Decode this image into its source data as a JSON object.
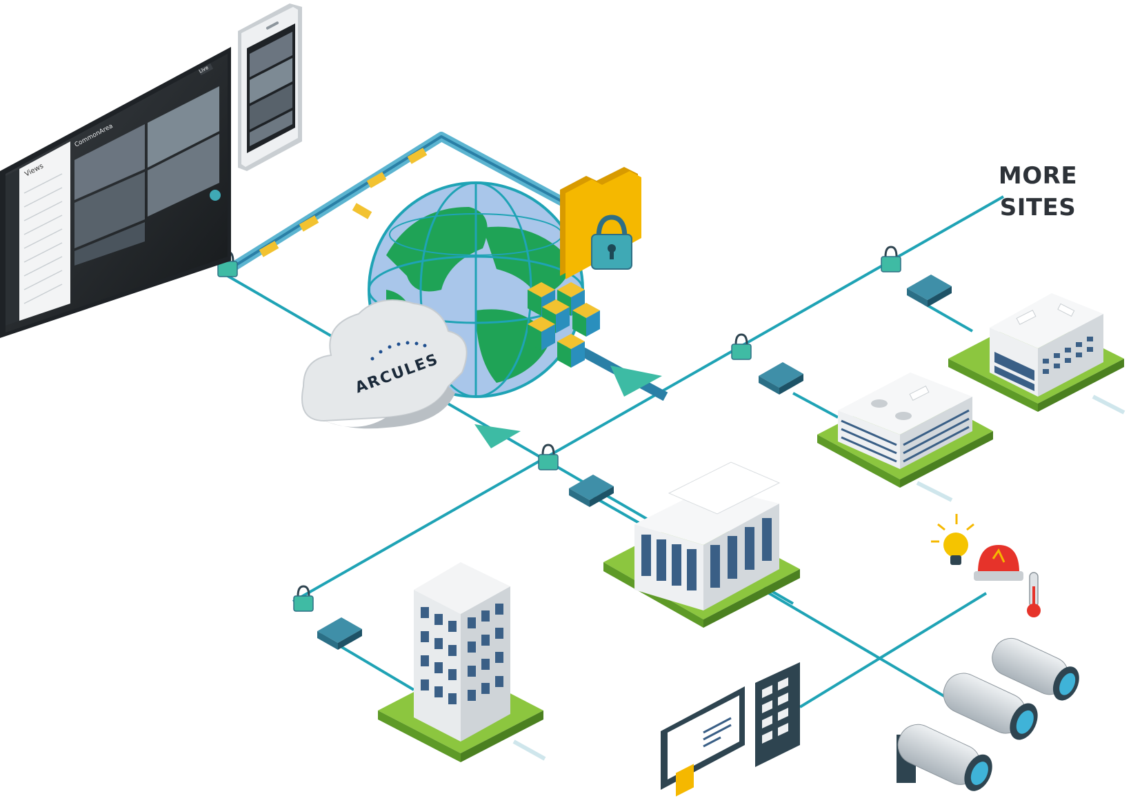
{
  "more_sites": {
    "line1": "MORE",
    "line2": "SITES"
  },
  "cloud": {
    "brand": "ARCULES"
  },
  "tablet": {
    "sidebar_title": "Views",
    "header_title": "CommonArea",
    "header_button": "Live"
  },
  "colors": {
    "network_line": "#1fa3b5",
    "grass": "#8cc63f",
    "ocean": "#a9c6ea",
    "land": "#1fa356",
    "lock": "#3fa9b5",
    "folder": "#f5b800",
    "cube_side": "#2a8fbd",
    "cube_top": "#f2c230"
  },
  "icons": [
    "globe-icon",
    "cloud-icon",
    "folder-lock-icon",
    "padlock-icon",
    "network-switch-icon",
    "building-icon",
    "light-bulb-icon",
    "alarm-light-icon",
    "thermometer-icon",
    "access-card-reader-icon",
    "keypad-icon",
    "security-camera-icon",
    "tablet-icon",
    "phone-icon"
  ]
}
